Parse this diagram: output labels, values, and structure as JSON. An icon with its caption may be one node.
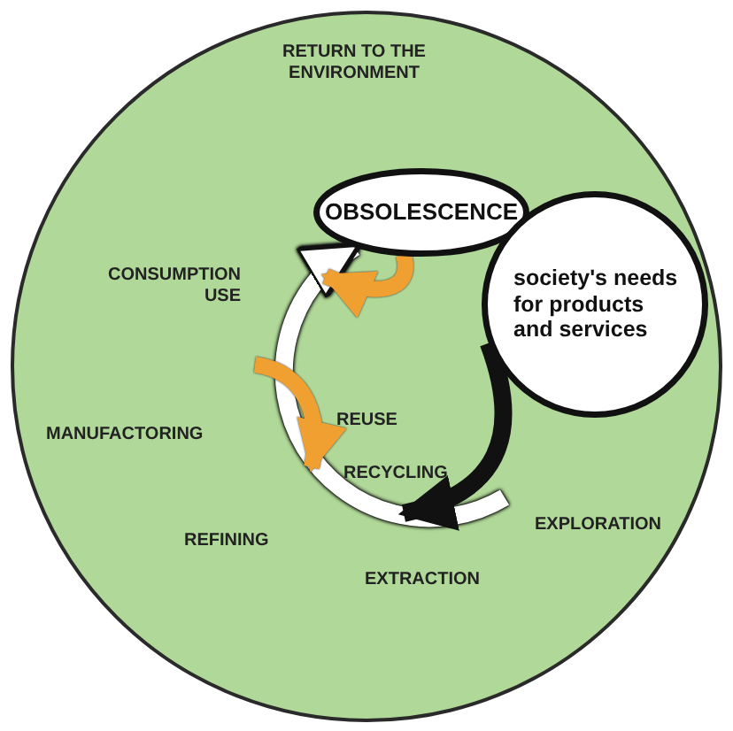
{
  "diagram": {
    "nodes": [
      {
        "text": [],
        "shape": "circle"
      },
      {
        "text": [
          "OBSOLESCENCE"
        ],
        "in": 0
      },
      {
        "text": [
          "society's needs for products and services"
        ],
        "in": 0
      }
    ],
    "edges": [
      {
        "from": null,
        "to": 1,
        "arrow": "to",
        "color": "#ffffff"
      },
      {
        "from": 2,
        "to": null,
        "arrow": "to",
        "color": "#111111"
      }
    ],
    "labels": [
      "RETURN TO THE ENVIRONMENT",
      "CONSUMPTION USE",
      "REUSE",
      "RECYCLING",
      "MANUFACTORING",
      "REFINING",
      "EXPLORATION",
      "EXTRACTION"
    ]
  }
}
